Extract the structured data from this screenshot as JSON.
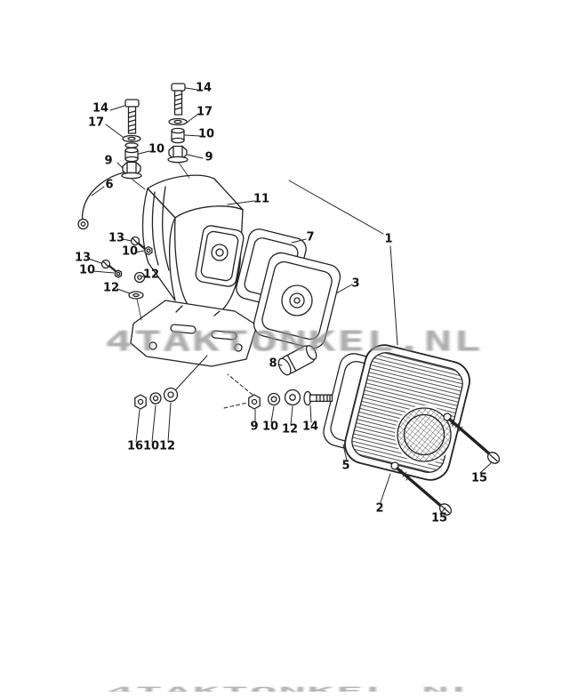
{
  "diagram": {
    "watermark": "4TAKTONKEL.NL",
    "background_color": "#ffffff",
    "line_color": "#222222",
    "watermark_color": "#8f8f8f"
  },
  "callouts": [
    {
      "label": "14"
    },
    {
      "label": "17"
    },
    {
      "label": "10"
    },
    {
      "label": "9"
    },
    {
      "label": "14"
    },
    {
      "label": "17"
    },
    {
      "label": "10"
    },
    {
      "label": "9"
    },
    {
      "label": "6"
    },
    {
      "label": "11"
    },
    {
      "label": "13"
    },
    {
      "label": "10"
    },
    {
      "label": "13"
    },
    {
      "label": "10"
    },
    {
      "label": "12"
    },
    {
      "label": "12"
    },
    {
      "label": "7"
    },
    {
      "label": "1"
    },
    {
      "label": "3"
    },
    {
      "label": "8"
    },
    {
      "label": "9"
    },
    {
      "label": "10"
    },
    {
      "label": "12"
    },
    {
      "label": "14"
    },
    {
      "label": "16"
    },
    {
      "label": "10"
    },
    {
      "label": "12"
    },
    {
      "label": "5"
    },
    {
      "label": "2"
    },
    {
      "label": "15"
    },
    {
      "label": "15"
    }
  ]
}
